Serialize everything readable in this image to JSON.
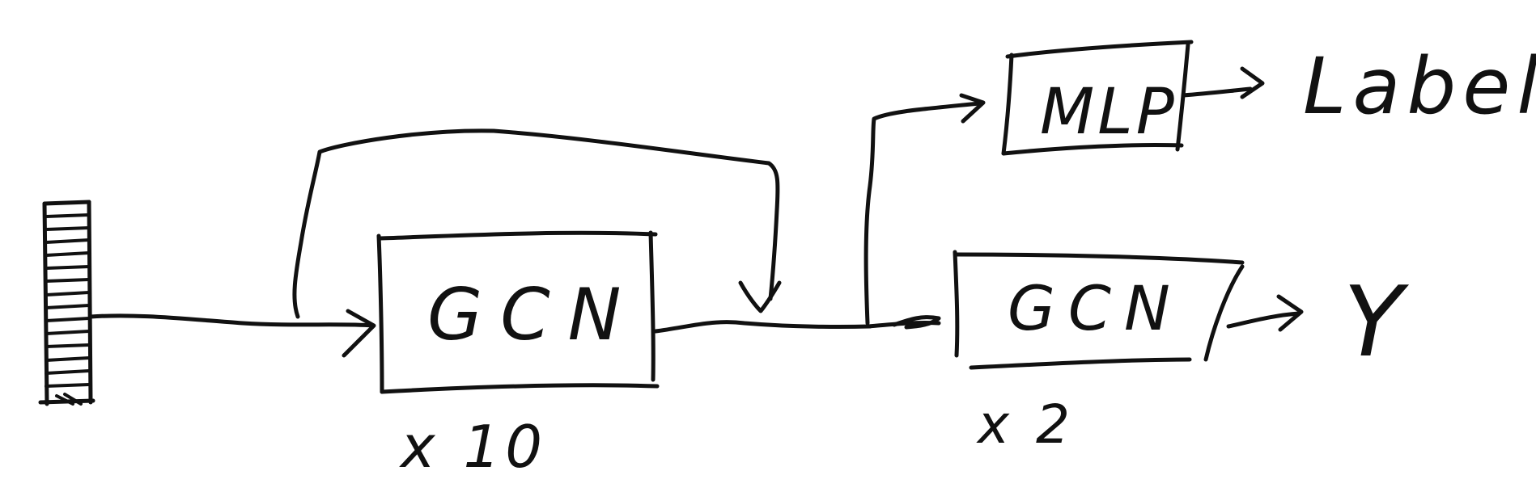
{
  "diagram": {
    "colors": {
      "ink": "#111111",
      "background": "#ffffff"
    },
    "input": {
      "icon": "input-vector-icon"
    },
    "gcn_main": {
      "label": "GCN",
      "repeat": "x 10"
    },
    "mlp": {
      "label": "MLP"
    },
    "gcn_second": {
      "label": "GCN",
      "repeat": "x 2"
    },
    "outputs": {
      "label_output": "Label",
      "y_output": "Y"
    }
  }
}
